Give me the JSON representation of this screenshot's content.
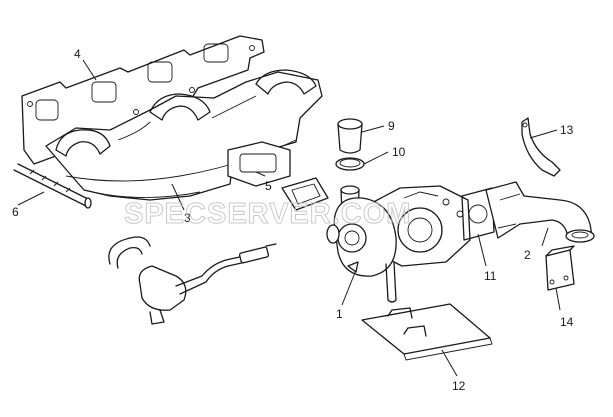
{
  "watermark": "SPECSERVER.COM",
  "callouts": [
    "1",
    "2",
    "3",
    "4",
    "5",
    "6",
    "9",
    "10",
    "11",
    "12",
    "13",
    "14"
  ]
}
